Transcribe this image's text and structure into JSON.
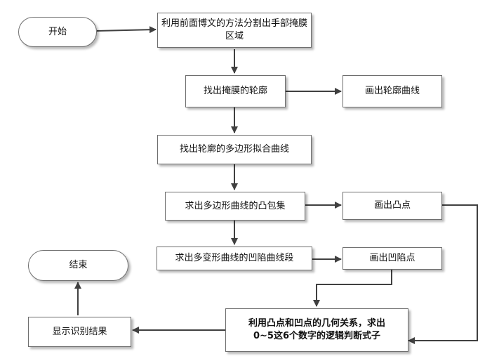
{
  "flowchart": {
    "nodes": {
      "start": "开始",
      "split_mask": "利用前面博文的方法分割出手部掩膜区域",
      "find_contour": "找出掩膜的轮廓",
      "draw_contour": "画出轮廓曲线",
      "poly_fit": "找出轮廓的多边形拟合曲线",
      "convex_hull": "求出多边形曲线的凸包集",
      "draw_convex": "画出凸点",
      "concave_segments": "求出多变形曲线的凹陷曲线段",
      "draw_concave": "画出凹陷点",
      "geometry_line1": "利用凸点和凹点的几何关系，求出",
      "geometry_line2": "0~5这6个数字的逻辑判断式子",
      "show_result": "显示识别结果",
      "end": "结束"
    },
    "colors": {
      "border": "#6e6e6e",
      "arrow": "#404040",
      "text": "#111111"
    }
  }
}
